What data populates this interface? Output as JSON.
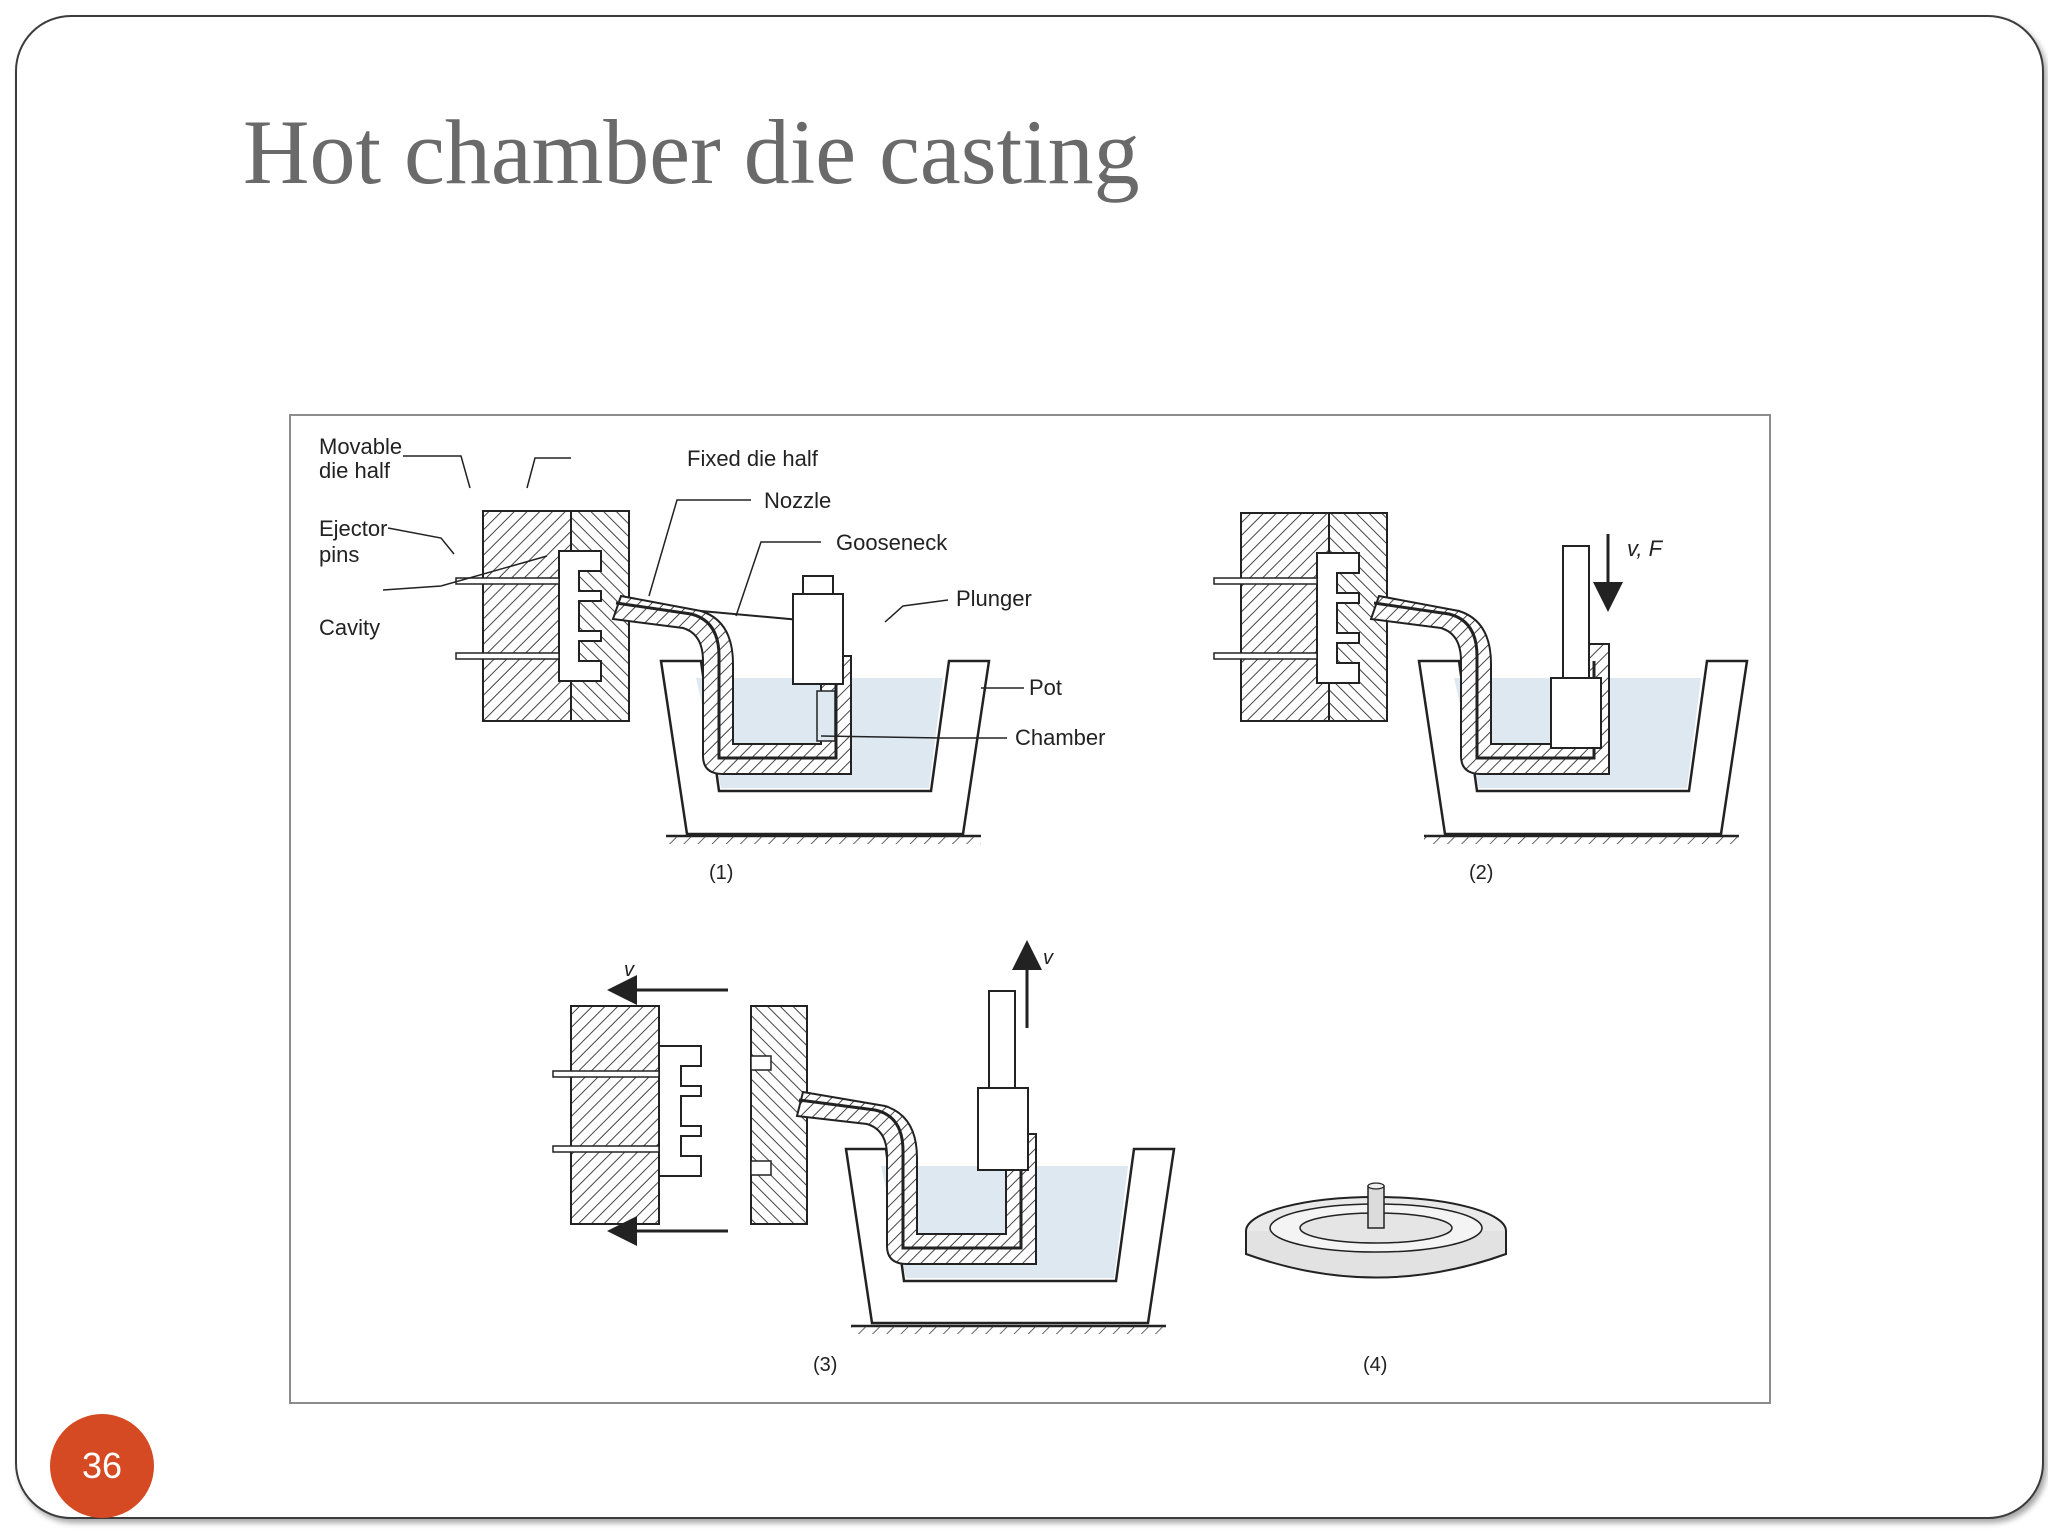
{
  "slide": {
    "title": "Hot chamber die casting",
    "page_number": "36"
  },
  "diagram": {
    "labels": {
      "movable_1": "Movable",
      "movable_2": "die half",
      "fixed": "Fixed die half",
      "ejector_1": "Ejector",
      "ejector_2": "pins",
      "cavity": "Cavity",
      "nozzle": "Nozzle",
      "gooseneck": "Gooseneck",
      "plunger": "Plunger",
      "pot": "Pot",
      "chamber": "Chamber",
      "vf": "v, F",
      "v_up": "v",
      "v_left": "v"
    },
    "steps": [
      "(1)",
      "(2)",
      "(3)",
      "(4)"
    ]
  },
  "colors": {
    "accent": "#d54a22",
    "title": "#6a6a6a",
    "molten": "#dde8f1",
    "ink": "#222222"
  }
}
